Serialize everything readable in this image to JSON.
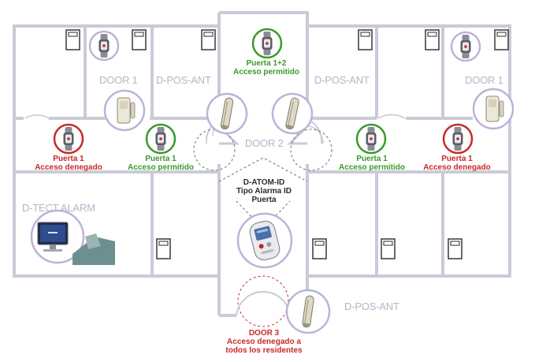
{
  "labels": {
    "door1_left": "DOOR 1",
    "door1_right": "DOOR 1",
    "dpos_ant_left": "D-POS-ANT",
    "dpos_ant_center": "D-POS-ANT",
    "dpos_ant_bottom": "D-POS-ANT",
    "door2": "DOOR 2",
    "dtect_alarm": "D-TECT ALARM"
  },
  "callouts": {
    "top_center": {
      "line1": "Puerta 1+2",
      "line2": "Acceso permitido"
    },
    "left_denied": {
      "line1": "Puerta 1",
      "line2": "Acceso denegado"
    },
    "left_allowed": {
      "line1": "Puerta 1",
      "line2": "Acceso permitido"
    },
    "right_allowed": {
      "line1": "Puerta 1",
      "line2": "Acceso permitido"
    },
    "right_denied": {
      "line1": "Puerta 1",
      "line2": "Acceso denegado"
    },
    "atom": {
      "line1": "D-ATOM-ID",
      "line2": "Tipo Alarma ID",
      "line3": "Puerta"
    },
    "door3": {
      "line1": "DOOR 3",
      "line2": "Acceso denegado a",
      "line3": "todos los residentes"
    }
  },
  "colors": {
    "wall": "#c9cbd6",
    "wall_dark": "#b4b7c4",
    "bubble_border": "#b9b4d9",
    "denied": "#c62a2a",
    "allowed": "#3a9a2a",
    "zone_text": "#b3b6c8"
  },
  "icons": [
    "wristband-icon",
    "door-sensor-icon",
    "antenna-icon",
    "monitor-icon",
    "handheld-device-icon",
    "bed-icon"
  ]
}
